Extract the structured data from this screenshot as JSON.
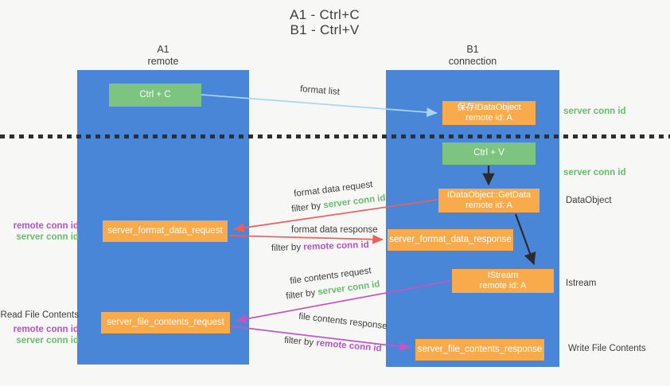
{
  "title": {
    "line1": "A1 - Ctrl+C",
    "line2": "B1 - Ctrl+V"
  },
  "lanes": {
    "a": {
      "name": "A1",
      "role": "remote"
    },
    "b": {
      "name": "B1",
      "role": "connection"
    }
  },
  "nodes": {
    "ctrl_c": {
      "label": "Ctrl + C"
    },
    "save_idataobject": {
      "line1": "保存IDataObject",
      "line2": "remote id: A"
    },
    "ctrl_v": {
      "label": "Ctrl + V"
    },
    "getdata": {
      "line1": "IDataObject::GetData",
      "line2": "remote id: A"
    },
    "format_request": {
      "label": "server_format_data_request"
    },
    "format_response": {
      "label": "server_format_data_response"
    },
    "istream": {
      "line1": "IStream",
      "line2": "remote id: A"
    },
    "file_request": {
      "label": "server_file_contents_request"
    },
    "file_response": {
      "label": "server_file_contents_response"
    }
  },
  "arrow_labels": {
    "format_list": "format list",
    "format_data_request": "format data request",
    "format_data_response": "format data response",
    "file_contents_request": "file contents request",
    "file_contents_response": "file contents response",
    "filter_by": "filter by ",
    "server_conn_id": "server conn id",
    "remote_conn_id": "remote conn id"
  },
  "side_labels": {
    "left_mid": {
      "remote": "remote conn id",
      "server": "server conn id"
    },
    "left_bottom": {
      "title": "Read File Contents",
      "remote": "remote conn id",
      "server": "server conn id"
    },
    "right": {
      "conn_id_top": "server conn id",
      "conn_id_mid": "server conn id",
      "dataobject": "DataObject",
      "istream": "Istream",
      "write_file": "Write File Contents"
    }
  },
  "colors": {
    "bg": "#f7f7f6",
    "lane_blue": "#4a86d8",
    "node_green": "#7cc47f",
    "node_orange": "#f9ab4b",
    "ink": "#3d3d3d",
    "green_text": "#67bd6a",
    "purple_text": "#b153c9",
    "red_arrow": "#e8615a",
    "magenta_arrow": "#c455c4",
    "lightblue_arrow": "#a9d5f2",
    "black_arrow": "#2b2b2b",
    "divider": "#2f2f2f"
  }
}
